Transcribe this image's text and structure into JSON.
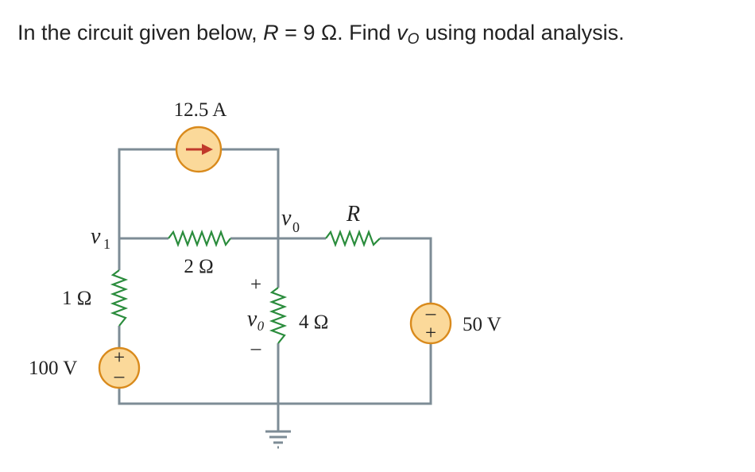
{
  "question": {
    "prefix": "In the circuit given below, ",
    "r_var": "R",
    "r_value": " = 9 Ω. Find ",
    "vo_main": "v",
    "vo_sub": "O",
    "suffix": " using nodal analysis."
  },
  "circuit": {
    "current_source_label": "12.5 A",
    "node_v1_main": "v",
    "node_v1_sub": "1",
    "node_vo_main": "v",
    "node_vo_sub": "0",
    "resistor_r_label": "R",
    "resistor_2_label": "2 Ω",
    "resistor_1_label": "1 Ω",
    "resistor_4_label": "4 Ω",
    "source_100_label": "100 V",
    "source_50_label": "50 V",
    "vo_plus": "+",
    "vo_minus": "–",
    "vo_measure_label": "v₀",
    "src_plus_sign": "+",
    "src_minus_sign": "–"
  },
  "colors": {
    "wire": "#7d8c96",
    "resistor": "#2a8c3c",
    "source_fill": "#fbd99a",
    "source_stroke": "#d98a1c",
    "arrow": "#c0392b"
  }
}
